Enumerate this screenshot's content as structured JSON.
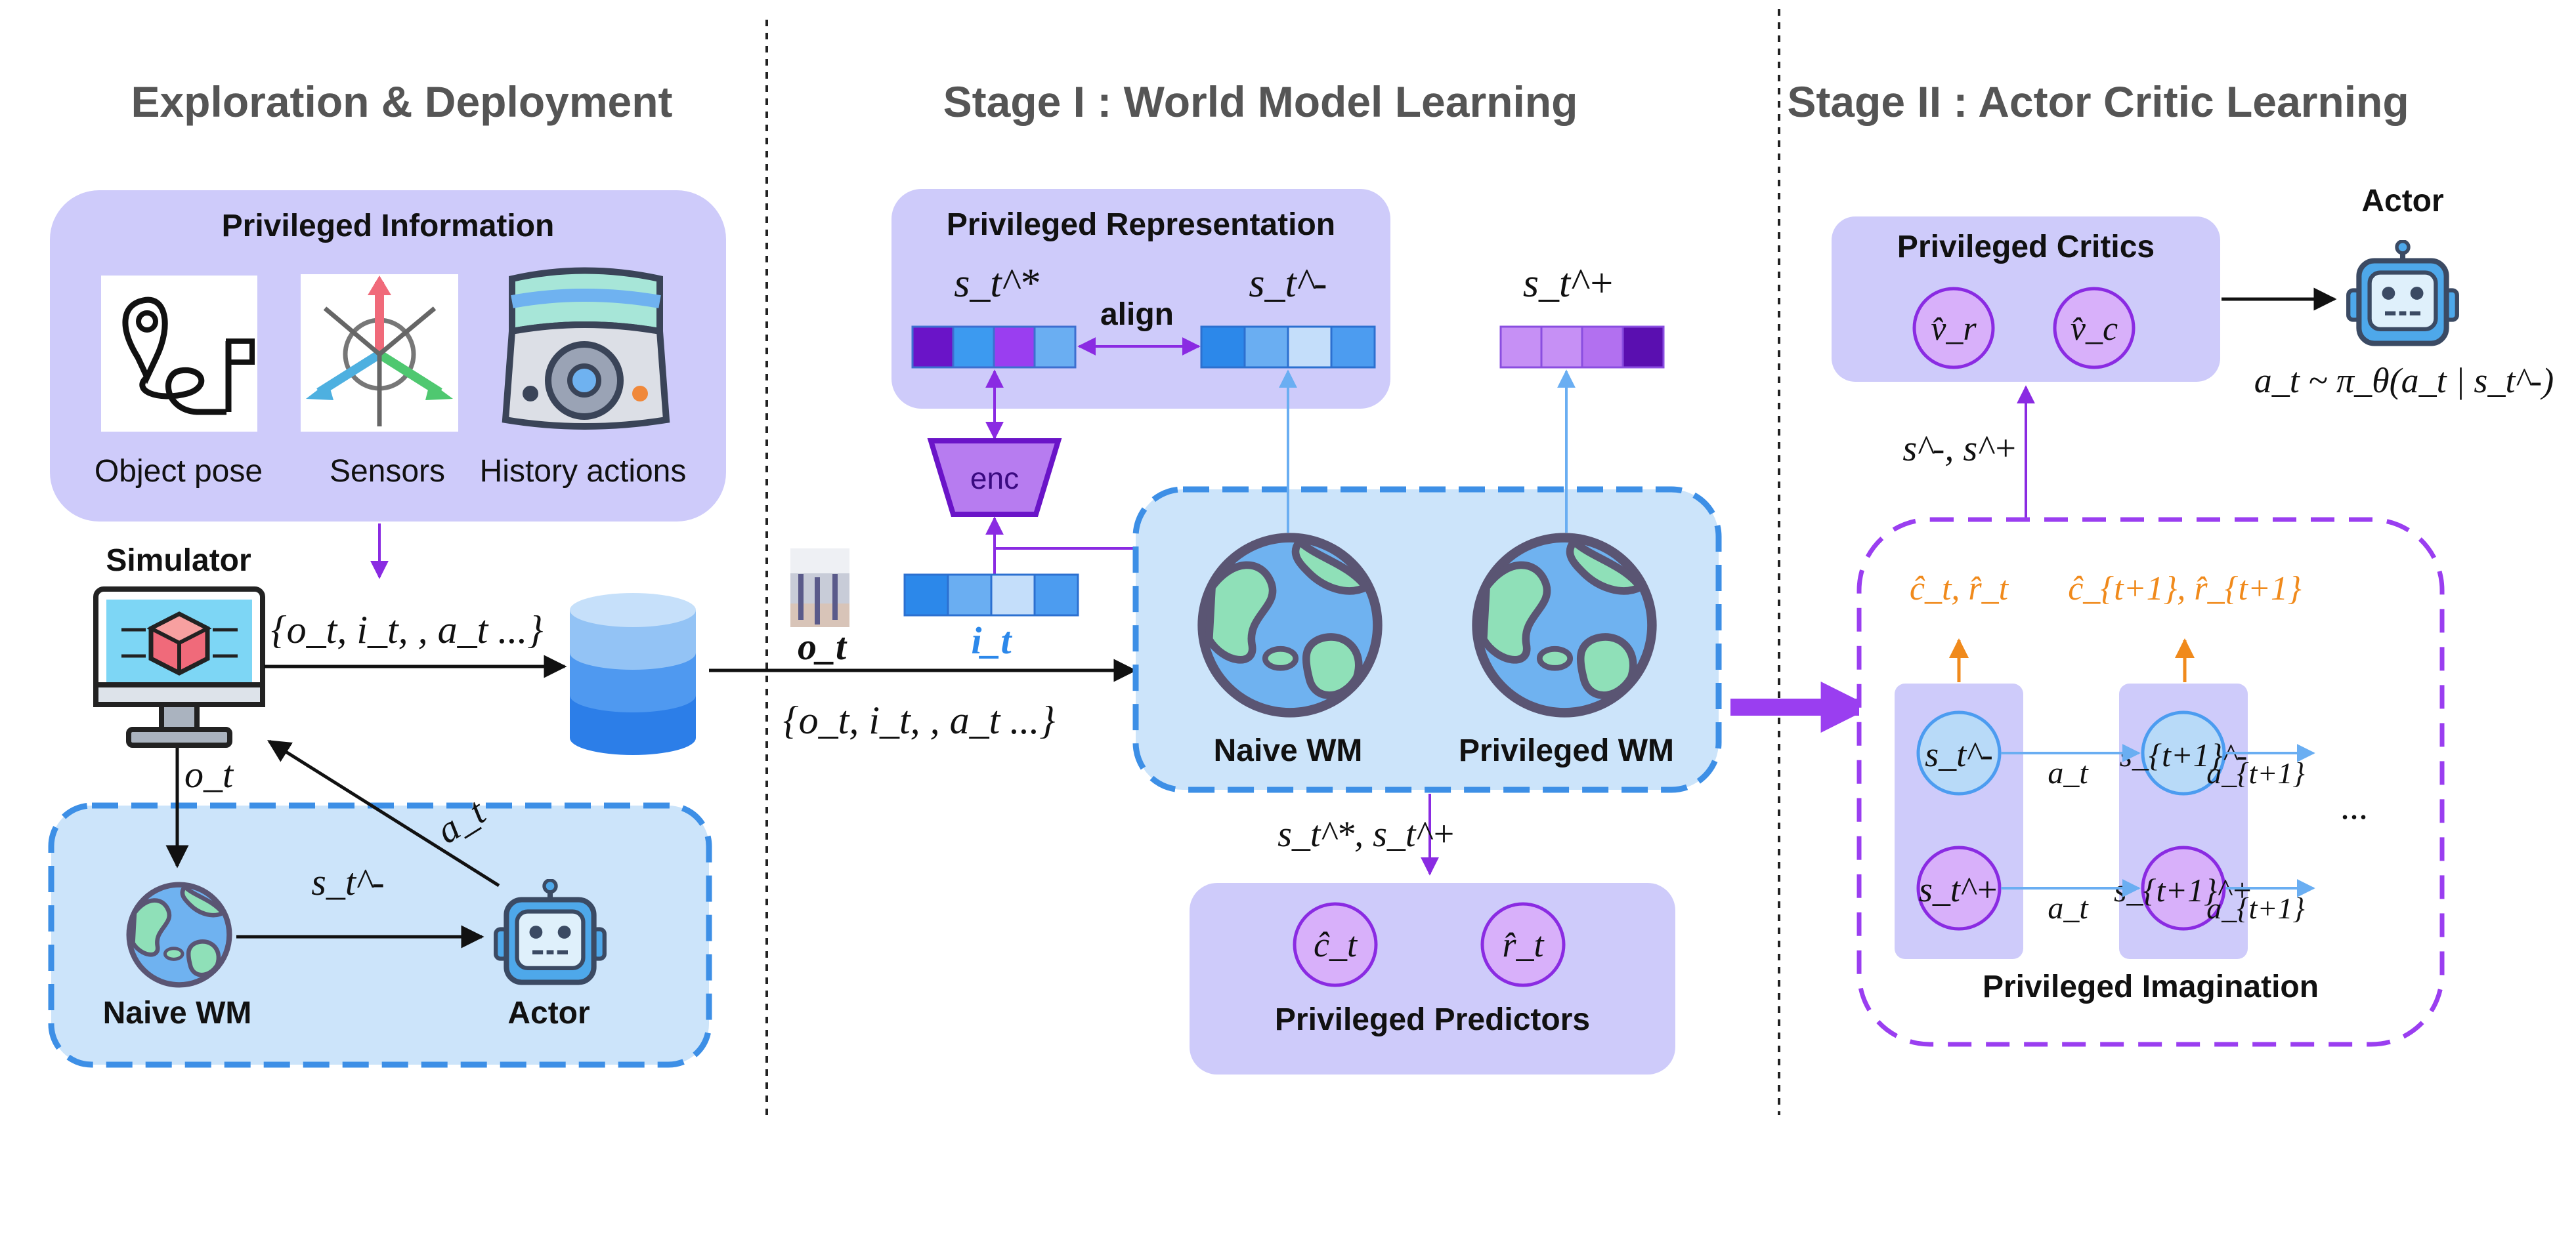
{
  "sections": {
    "exploration": "Exploration & Deployment",
    "stage1": "Stage I : World Model Learning",
    "stage2": "Stage II : Actor Critic Learning"
  },
  "exploration": {
    "priv_info_title": "Privileged Information",
    "items": [
      "Object pose",
      "Sensors",
      "History actions"
    ],
    "simulator_label": "Simulator",
    "rollout_tuple": "{o_t, i_t, , a_t ...}",
    "obs_label": "o_t",
    "action_label": "a_t",
    "state_label": "s_t^-",
    "naive_wm": "Naive WM",
    "actor": "Actor"
  },
  "stage1": {
    "priv_rep_title": "Privileged Representation",
    "s_star": "s_t^*",
    "s_minus": "s_t^-",
    "align": "align",
    "s_plus": "s_t^+",
    "enc": "enc",
    "o_t": "o_t",
    "i_t": "i_t",
    "replay_tuple": "{o_t, i_t, , a_t ...}",
    "naive_wm": "Naive WM",
    "privileged_wm": "Privileged WM",
    "pred_input": "s_t^*, s_t^+",
    "c_hat": "ĉ_t",
    "r_hat": "r̂_t",
    "predictors_title": "Privileged Predictors"
  },
  "stage2": {
    "critics_title": "Privileged Critics",
    "v_r": "v̂_r",
    "v_c": "v̂_c",
    "actor_title": "Actor",
    "policy": "a_t ~ π_θ(a_t | s_t^-)",
    "critic_input": "s^-, s^+",
    "imagination_title": "Privileged Imagination",
    "out_t": "ĉ_t, r̂_t",
    "out_t1": "ĉ_{t+1}, r̂_{t+1}",
    "s_minus_t": "s_t^-",
    "s_minus_t1": "s_{t+1}^-",
    "s_plus_t": "s_t^+",
    "s_plus_t1": "s_{t+1}^+",
    "a_t": "a_t",
    "a_t1": "a_{t+1}",
    "ellipsis": "..."
  },
  "colors": {
    "purple_panel": "#cecbfa",
    "blue_panel": "#cce4fa",
    "blue_dash": "#3d8fe6",
    "purple_dash": "#9a3ef0",
    "arrow_purple": "#8a2be2",
    "arrow_blue": "#6aaef2",
    "orange": "#f08a1c"
  },
  "icons": [
    "map-route-icon",
    "sensor-axes-icon",
    "cockpit-icon",
    "simulator-monitor-icon",
    "database-icon",
    "globe-icon",
    "robot-icon",
    "camera-frame-icon"
  ]
}
